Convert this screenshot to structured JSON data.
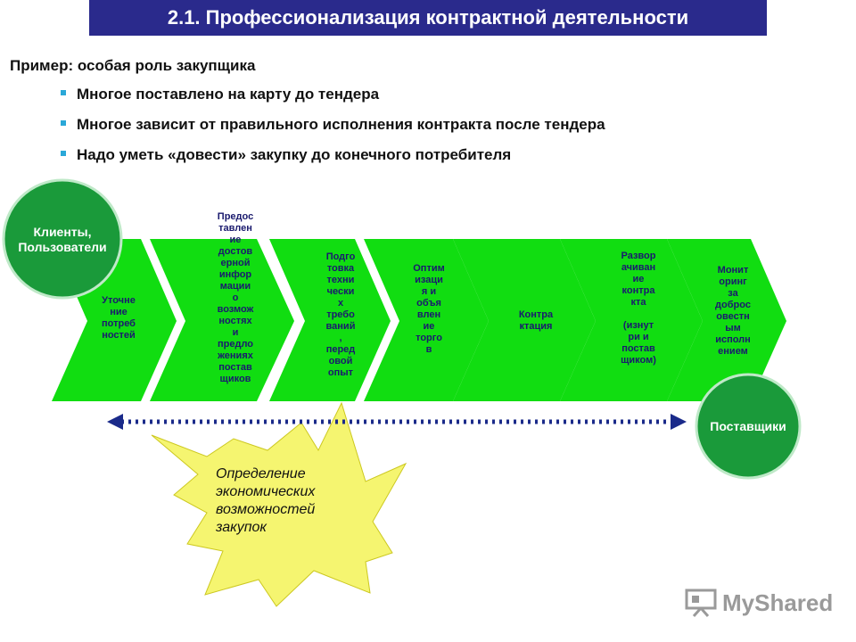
{
  "title": "2.1. Профессионализация  контрактной деятельности",
  "intro": "Пример: особая роль закупщика",
  "bullets": [
    "Многое поставлено на карту до тендера",
    "Многое зависит от правильного исполнения контракта после тендера",
    "Надо уметь «довести» закупку до конечного потребителя"
  ],
  "stages": [
    "Уточне\nние\nпотреб\nностей",
    "Предос\nтавлен\nие\nдостов\nерной\nинфор\nмации\nо\nвозмож\nностях\nи\nпредло\nжениях\nпостав\nщиков",
    "Подго\nтовка\nтехни\nчески\nх\nтребо\nваний\n,\nперед\nовой\nопыт",
    "Оптим\nизаци\nя и\nобъя\nвлен\nие\nторго\nв",
    "Контра\nктация",
    "Развор\nачиван\nие\nконтра\nкта\n\n(изнут\nри и\nпостав\nщиком)",
    "Монит\nоринг\nза\nдоброс\nовестн\nым\nисполн\nением"
  ],
  "clients_label": "Клиенты,\nПользователи",
  "suppliers_label": "Поставщики",
  "burst_text": "Определение экономических возможностей закупок",
  "logo_text": "MyShared",
  "colors": {
    "title_bg": "#2a2a8c",
    "chevron": "#11dd11",
    "circle": "#1a9a3a",
    "burst": "#f5f570",
    "arrow": "#1a2a8a",
    "bullet": "#2aa8d8"
  }
}
